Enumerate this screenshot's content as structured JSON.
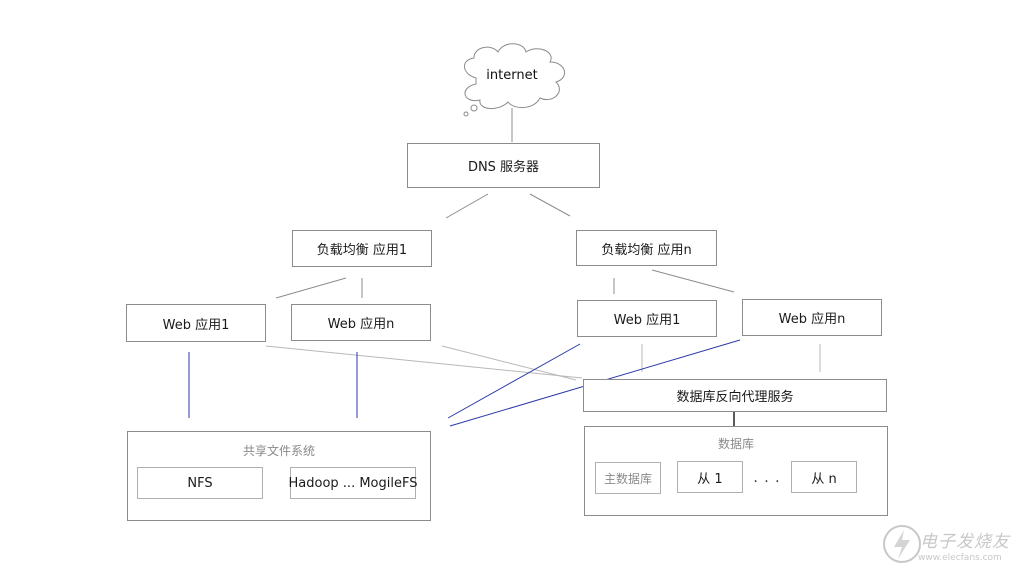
{
  "cloud": {
    "label": "internet"
  },
  "dns": {
    "label": "DNS 服务器"
  },
  "load_balancers": [
    {
      "label": "负载均衡 应用1"
    },
    {
      "label": "负载均衡 应用n"
    }
  ],
  "web_apps": [
    {
      "label": "Web 应用1"
    },
    {
      "label": "Web 应用n"
    },
    {
      "label": "Web 应用1"
    },
    {
      "label": "Web 应用n"
    }
  ],
  "db_proxy": {
    "label": "数据库反向代理服务"
  },
  "shared_fs": {
    "title": "共享文件系统",
    "items": [
      {
        "label": "NFS"
      },
      {
        "label": "Hadoop ... MogileFS"
      }
    ]
  },
  "database": {
    "title": "数据库",
    "master": "主数据库",
    "slaves": [
      "从 1",
      "从  n"
    ],
    "ellipsis": ". . ."
  },
  "watermark": {
    "text": "电子发烧友",
    "url": "www.elecfans.com"
  },
  "colors": {
    "gray_line": "#8c8c8c",
    "light_line": "#b8b8b8",
    "blue_line": "#2b3aa8",
    "watermark": "#c8c8c8"
  }
}
